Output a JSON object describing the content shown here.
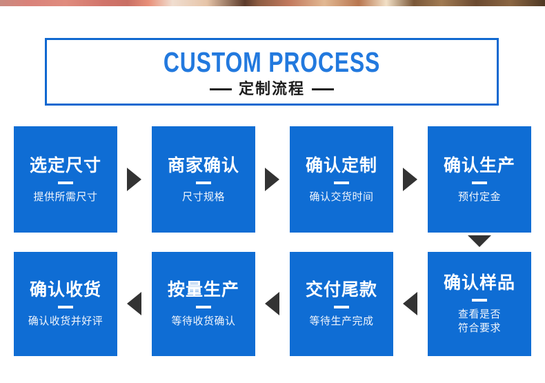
{
  "header": {
    "title_en": "CUSTOM PROCESS",
    "title_cn": "定制流程",
    "accent_color": "#1068d0",
    "title_en_color": "#2279de",
    "title_cn_color": "#1d1d1d"
  },
  "style": {
    "step_bg": "#0f6dd4",
    "step_text": "#ffffff",
    "arrow_color": "#333333"
  },
  "process": {
    "row1_direction": "right",
    "row2_direction": "left",
    "connector_between_rows": "down-arrow",
    "steps": [
      {
        "index": 1,
        "title": "选定尺寸",
        "subtitle": "提供所需尺寸"
      },
      {
        "index": 2,
        "title": "商家确认",
        "subtitle": "尺寸规格"
      },
      {
        "index": 3,
        "title": "确认定制",
        "subtitle": "确认交货时间"
      },
      {
        "index": 4,
        "title": "确认生产",
        "subtitle": "预付定金"
      },
      {
        "index": 5,
        "title": "确认样品",
        "subtitle": "查看是否\n符合要求"
      },
      {
        "index": 6,
        "title": "交付尾款",
        "subtitle": "等待生产完成"
      },
      {
        "index": 7,
        "title": "按量生产",
        "subtitle": "等待收货确认"
      },
      {
        "index": 8,
        "title": "确认收货",
        "subtitle": "确认收货并好评"
      }
    ]
  }
}
